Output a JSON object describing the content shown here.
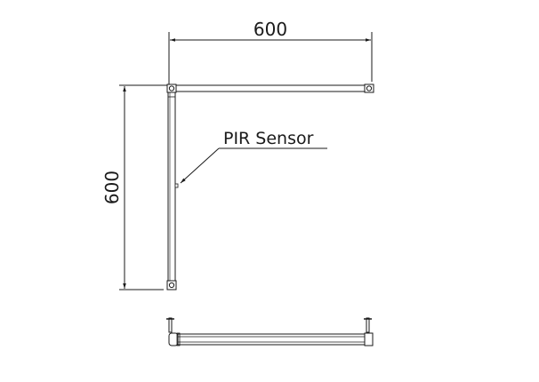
{
  "drawing": {
    "type": "technical-drawing",
    "views": [
      "top-view",
      "side-view"
    ],
    "dimensions": {
      "horizontal": {
        "value": "600"
      },
      "vertical": {
        "value": "600"
      }
    },
    "callouts": [
      {
        "label": "PIR Sensor"
      }
    ],
    "colors": {
      "line": "#1a1a1a",
      "background": "#ffffff"
    }
  }
}
